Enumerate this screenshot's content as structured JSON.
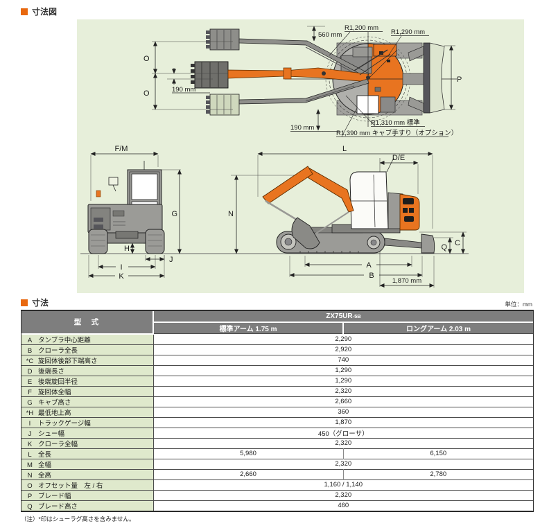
{
  "sections": {
    "figure_title": "寸法図",
    "table_title": "寸法",
    "unit_label": "単位：mm",
    "note": "（注）*印はシューラグ高さを含みません。"
  },
  "colors": {
    "accent_orange": "#e8680f",
    "machine_orange": "#e87420",
    "diagram_background": "#e7efda",
    "table_header_gray": "#7e7e7e",
    "row_label_green": "#dfe9cc"
  },
  "diagram": {
    "top_view": {
      "dim_560": "560 mm",
      "radius_1200": "R1,200 mm",
      "radius_1290": "R1,290 mm",
      "offset_upper": "O",
      "offset_lower": "O",
      "dim_190_left": "190 mm",
      "dim_190_bottom": "190 mm",
      "radius_1310": "R1,310 mm 標準",
      "radius_1390": "R1,390 mm キャブ手すり（オプション）",
      "dim_p": "P"
    },
    "rear_view": {
      "dim_fm": "F/M",
      "dim_g": "G",
      "dim_h": "H",
      "dim_i": "I",
      "dim_j": "J",
      "dim_k": "K"
    },
    "side_view": {
      "dim_l": "L",
      "dim_de": "D/E",
      "dim_n": "N",
      "dim_a": "A",
      "dim_b": "B",
      "dim_q": "Q",
      "dim_c": "C",
      "dim_1870": "1,870 mm"
    }
  },
  "table": {
    "model_header": "型　式",
    "model_name": "ZX75UR",
    "model_suffix": "-5B",
    "columns": [
      "標準アーム 1.75 m",
      "ロングアーム 2.03 m"
    ],
    "rows": [
      {
        "key": "A",
        "label": "タンブラ中心距離",
        "value": "2,290"
      },
      {
        "key": "B",
        "label": "クローラ全長",
        "value": "2,920"
      },
      {
        "key": "*C",
        "label": "旋回体後部下端高さ",
        "value": "740"
      },
      {
        "key": "D",
        "label": "後端長さ",
        "value": "1,290"
      },
      {
        "key": "E",
        "label": "後端旋回半径",
        "value": "1,290"
      },
      {
        "key": "F",
        "label": "旋回体全幅",
        "value": "2,320"
      },
      {
        "key": "G",
        "label": "キャブ高さ",
        "value": "2,660"
      },
      {
        "key": "*H",
        "label": "最低地上高",
        "value": "360"
      },
      {
        "key": "I",
        "label": "トラックゲージ幅",
        "value": "1,870"
      },
      {
        "key": "J",
        "label": "シュー幅",
        "value": "450（グローサ）"
      },
      {
        "key": "K",
        "label": "クローラ全幅",
        "value": "2,320"
      },
      {
        "key": "L",
        "label": "全長",
        "std": "5,980",
        "long": "6,150"
      },
      {
        "key": "M",
        "label": "全幅",
        "value": "2,320"
      },
      {
        "key": "N",
        "label": "全高",
        "std": "2,660",
        "long": "2,780"
      },
      {
        "key": "O",
        "label": "オフセット量　左 / 右",
        "value": "1,160 / 1,140"
      },
      {
        "key": "P",
        "label": "ブレード幅",
        "value": "2,320"
      },
      {
        "key": "Q",
        "label": "ブレード高さ",
        "value": "460"
      }
    ]
  }
}
